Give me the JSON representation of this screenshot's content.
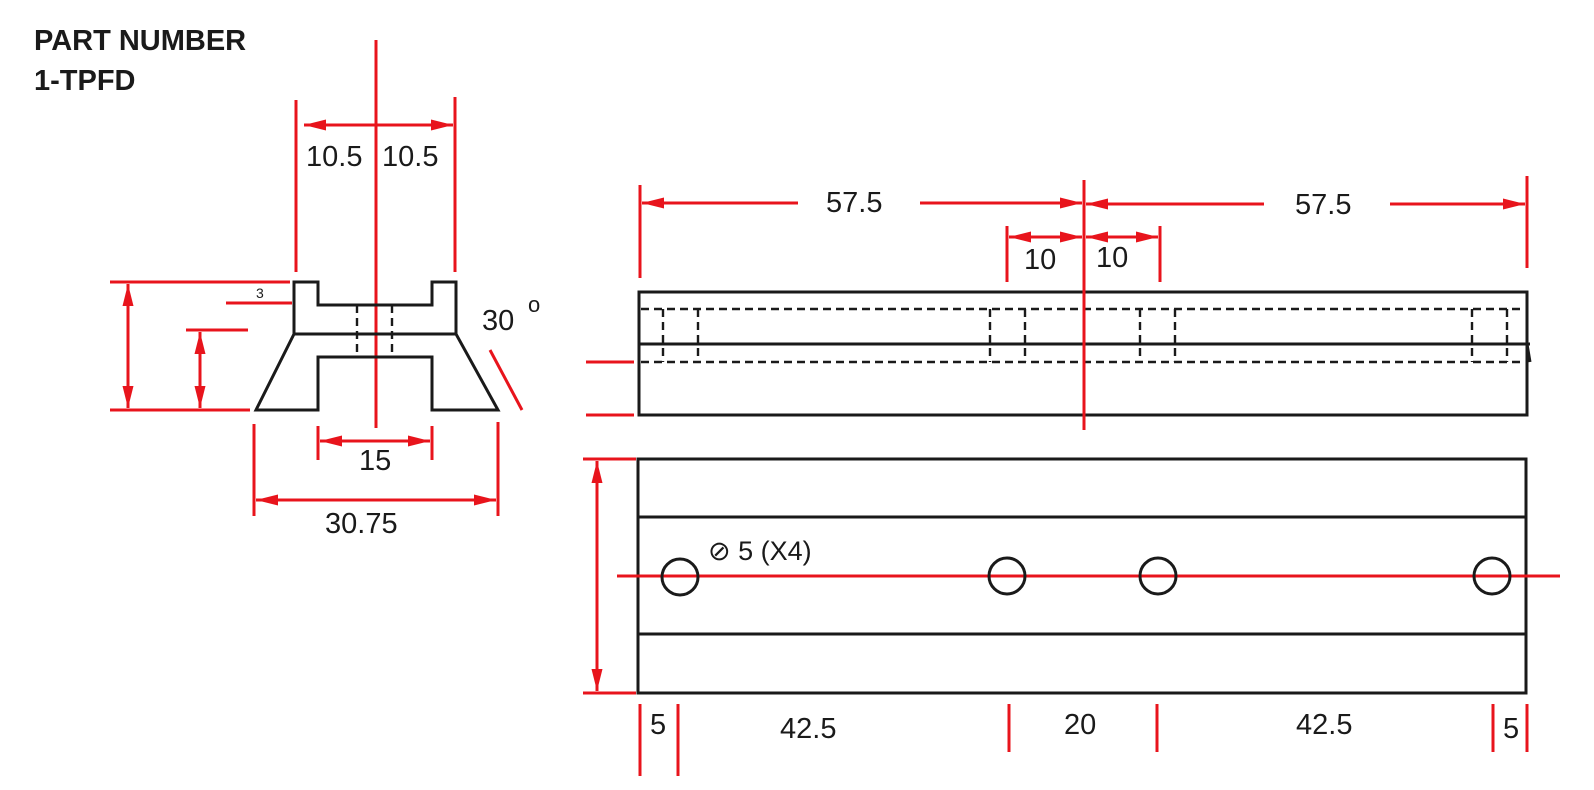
{
  "title": {
    "line1": "PART NUMBER",
    "line2": "1-TPFD"
  },
  "colors": {
    "dimension": "#e8141c",
    "object": "#1a1a1a"
  },
  "end_view": {
    "top_left_width": "10.5",
    "top_right_width": "10.5",
    "step_height": "3",
    "angle": "30",
    "angle_unit": "o",
    "slot_width": "15",
    "base_width": "30.75"
  },
  "side_view": {
    "left_length": "57.5",
    "right_length": "57.5",
    "center_left": "10",
    "center_right": "10"
  },
  "top_view": {
    "hole_callout": "⊘ 5 (X4)",
    "spacing": [
      "5",
      "42.5",
      "20",
      "42.5",
      "5"
    ]
  }
}
